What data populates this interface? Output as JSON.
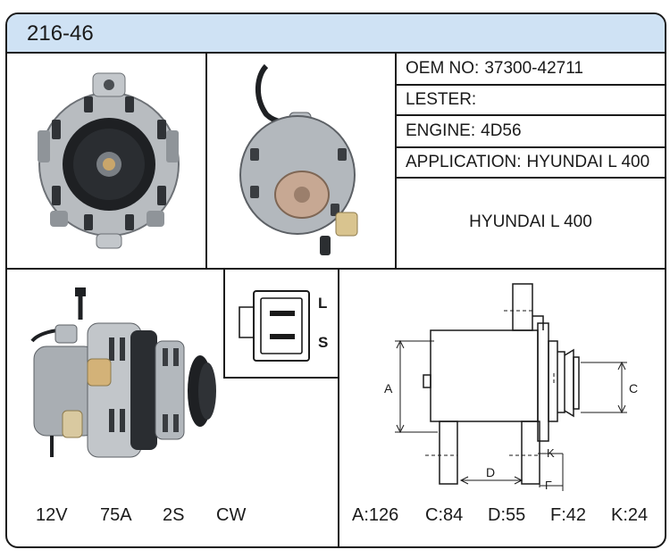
{
  "header": {
    "part_number": "216-46"
  },
  "specs": {
    "oem": {
      "label": "OEM NO:",
      "value": "37300-42711"
    },
    "lester": {
      "label": "LESTER:",
      "value": ""
    },
    "engine": {
      "label": "ENGINE:",
      "value": "4D56"
    },
    "application": {
      "label": "APPLICATION:",
      "value": "HYUNDAI L 400"
    }
  },
  "electrical": {
    "voltage": "12V",
    "amperage": "75A",
    "plug": "2S",
    "rotation": "CW"
  },
  "connector": {
    "terminal_top": "L",
    "terminal_bottom": "S"
  },
  "diagram": {
    "labels": {
      "a": "A",
      "c": "C",
      "d": "D",
      "f": "F",
      "k": "K"
    }
  },
  "dimensions": {
    "a": "A:126",
    "c": "C:84",
    "d": "D:55",
    "f": "F:42",
    "k": "K:24"
  },
  "colors": {
    "header_bg": "#cfe2f4",
    "border": "#1a1a1a"
  }
}
